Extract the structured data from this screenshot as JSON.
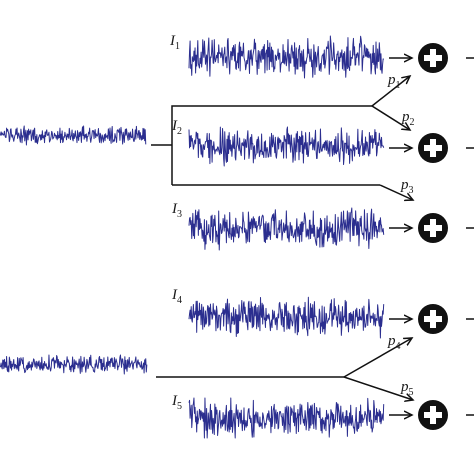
{
  "colors": {
    "signal": "#2b2e8f",
    "line": "#111111",
    "plus_circle": "#111111",
    "plus_mark": "#ffffff",
    "background": "#ffffff"
  },
  "labels": {
    "I": "I",
    "p": "p",
    "i1": "1",
    "i2": "2",
    "i3": "3",
    "i4": "4",
    "i5": "5",
    "p1": "1",
    "p2": "2",
    "p3": "3",
    "p4": "4",
    "p5": "5"
  },
  "icons": {
    "adder": "plus-in-circle-icon",
    "arrow": "right-arrow-icon",
    "signal": "noise-waveform-icon"
  }
}
